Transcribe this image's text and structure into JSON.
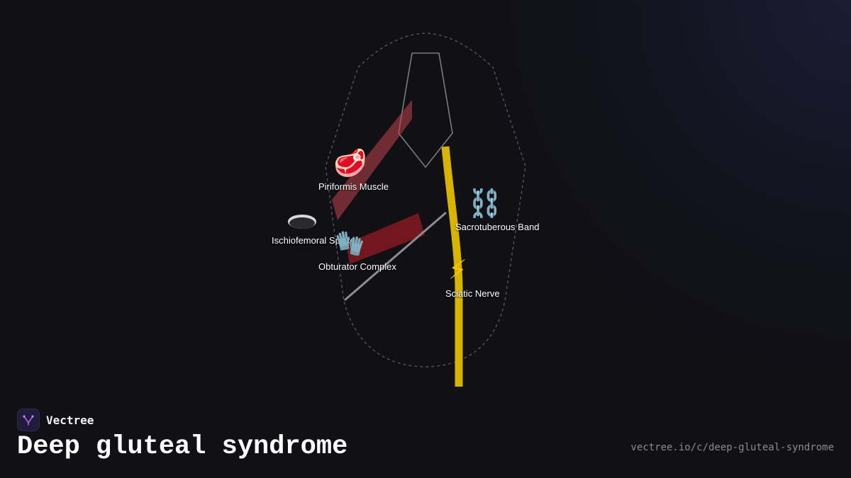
{
  "diagram": {
    "structures": [
      {
        "key": "piriformis",
        "label": "Piriformis Muscle",
        "icon": "meat-icon",
        "glyph": "🥩"
      },
      {
        "key": "ischiofemoral",
        "label": "Ischiofemoral Space",
        "icon": "hole-icon",
        "glyph": "🕳️"
      },
      {
        "key": "obturator",
        "label": "Obturator Complex",
        "icon": "glove-icon",
        "glyph": "🧤"
      },
      {
        "key": "sacrotuberous",
        "label": "Sacrotuberous Band",
        "icon": "chains-icon",
        "glyph": "⛓️"
      },
      {
        "key": "sciatic",
        "label": "Sciatic Nerve",
        "icon": "lightning-icon",
        "glyph": "⚡"
      }
    ],
    "colors": {
      "muscle": "#c0444a",
      "obturator": "#8a1a22",
      "nerve": "#d6b400",
      "ligament": "#8c8c94",
      "outline": "#55555c",
      "sacrum": "#7a7a80"
    }
  },
  "footer": {
    "brand": "Vectree",
    "title": "Deep gluteal syndrome",
    "url": "vectree.io/c/deep-gluteal-syndrome"
  }
}
